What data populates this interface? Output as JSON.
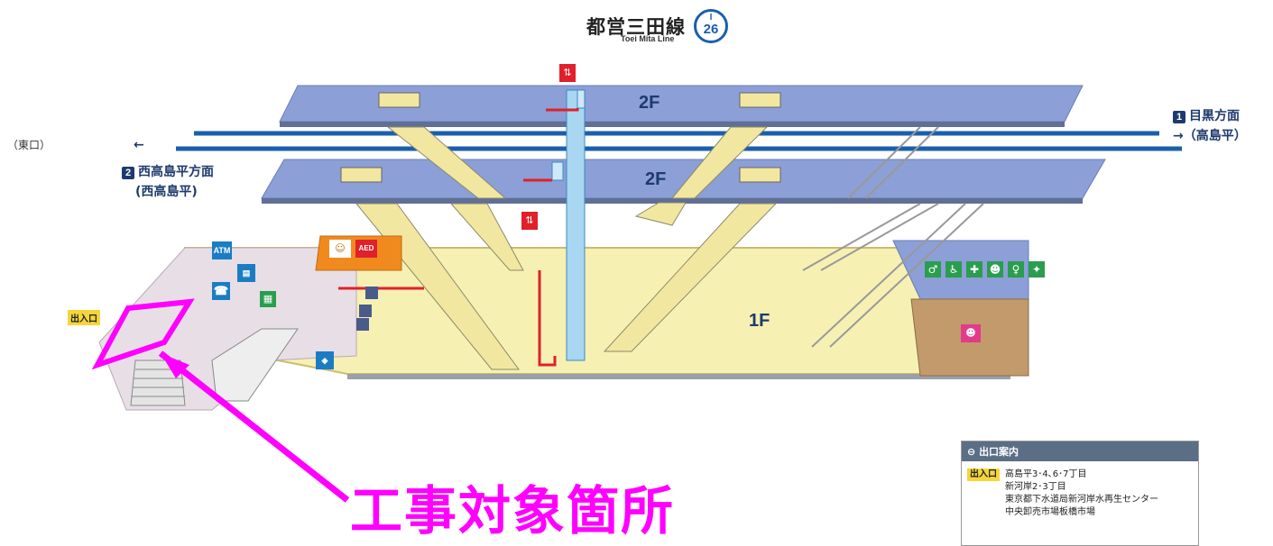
{
  "header": {
    "line_name_jp": "都営三田線",
    "line_name_en": "Toei Mita Line",
    "line_letter": "I",
    "station_number": "26"
  },
  "side_note": "（東口）",
  "directions": {
    "right": {
      "number": "1",
      "label": "目黒方面",
      "sub": "→（高島平）"
    },
    "left": {
      "arrow": "←",
      "number": "2",
      "label": "西高島平方面",
      "sub": "(西高島平)"
    }
  },
  "floors": {
    "upper_platform": "2F",
    "lower_platform": "2F",
    "concourse": "1F"
  },
  "exit_label": "出入口",
  "icons": [
    "elevator-icon",
    "atm-icon",
    "coin-locker-icon",
    "phone-icon",
    "ticket-machine-icon",
    "aed-icon",
    "toilet-icon",
    "wheelchair-icon",
    "ostomate-icon",
    "baby-icon",
    "multipurpose-toilet-icon",
    "diaper-icon",
    "baby-room-icon",
    "info-icon"
  ],
  "icon_text": {
    "atm": "ATM",
    "aed": "AED"
  },
  "exit_guide": {
    "title": "出口案内",
    "exit_tag": "出入口",
    "destinations": [
      "高島平3･4､6･7丁目",
      "新河岸2･3丁目",
      "東京都下水道局新河岸水再生センター",
      "中央卸売市場板橋市場"
    ]
  },
  "callout": {
    "text": "工事対象箇所",
    "color": "#ff00ff"
  },
  "colors": {
    "platform": "#8c9fd6",
    "concourse": "#f7f0b3",
    "track": "#1a5fae",
    "route": "#e0202a",
    "exit_area": "#e8dfe6"
  }
}
